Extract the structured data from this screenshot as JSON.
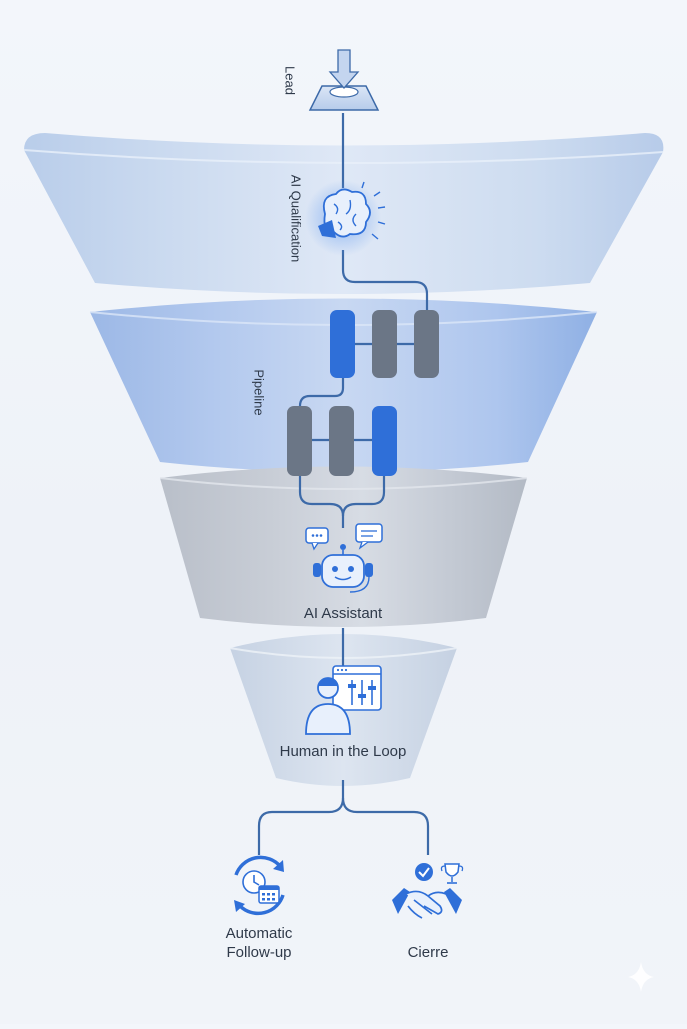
{
  "diagram": {
    "lead_label": "Lead",
    "qualification_label": "AI Qualification",
    "pipeline_label": "Pipeline",
    "assistant_label": "AI Assistant",
    "human_label": "Human in the Loop",
    "followup_label_line1": "Automatic",
    "followup_label_line2": "Follow-up",
    "close_label": "Cierre"
  },
  "icons": {
    "lead": "inbox-arrow-icon",
    "qualification": "brain-icon",
    "pipeline": "pipeline-stage-icon",
    "assistant": "robot-headset-icon",
    "human": "person-dashboard-icon",
    "followup": "calendar-cycle-icon",
    "close": "handshake-trophy-icon"
  },
  "colors": {
    "accent": "#2f6fd8",
    "line": "#3d6aa8",
    "stage_gray": "#6b7686"
  }
}
